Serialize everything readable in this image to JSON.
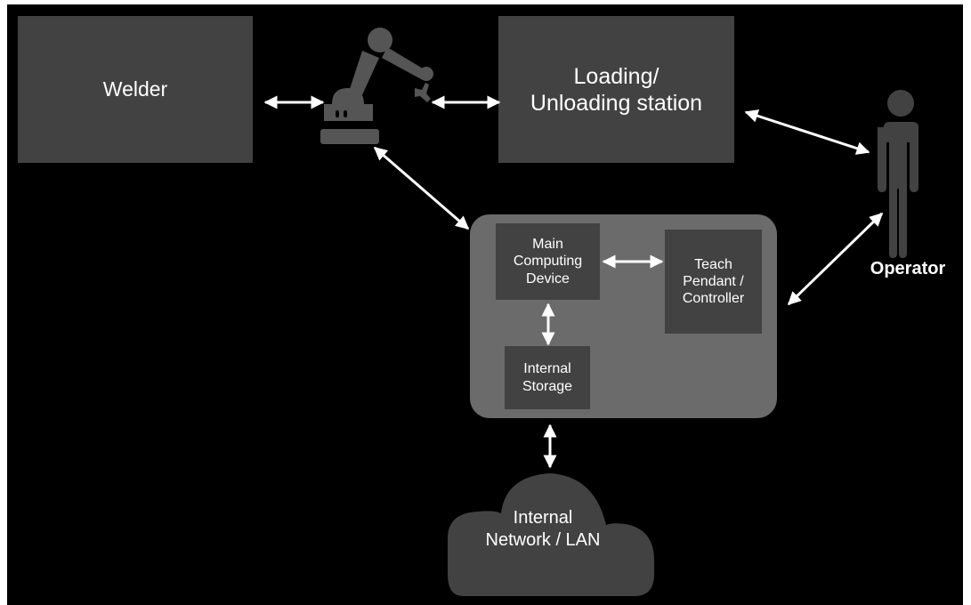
{
  "diagram": {
    "nodes": {
      "welder": {
        "label": "Welder"
      },
      "robot_arm": {
        "icon": "robot-arm-icon"
      },
      "loading_station": {
        "line1": "Loading/",
        "line2": "Unloading station"
      },
      "operator": {
        "label": "Operator",
        "icon": "person-icon"
      },
      "controller_group": {
        "main_computing_device": {
          "line1": "Main",
          "line2": "Computing",
          "line3": "Device"
        },
        "teach_pendant": {
          "line1": "Teach",
          "line2": "Pendant /",
          "line3": "Controller"
        },
        "internal_storage": {
          "line1": "Internal",
          "line2": "Storage"
        }
      },
      "network": {
        "line1": "Internal",
        "line2": "Network / LAN",
        "icon": "cloud-icon"
      }
    },
    "connections": [
      {
        "from": "Welder",
        "to": "Robot arm",
        "type": "bidirectional"
      },
      {
        "from": "Robot arm",
        "to": "Loading/Unloading station",
        "type": "bidirectional"
      },
      {
        "from": "Loading/Unloading station",
        "to": "Operator",
        "type": "bidirectional"
      },
      {
        "from": "Robot arm",
        "to": "Controller group",
        "type": "bidirectional"
      },
      {
        "from": "Operator",
        "to": "Controller group",
        "type": "bidirectional"
      },
      {
        "from": "Main Computing Device",
        "to": "Teach Pendant / Controller",
        "type": "bidirectional"
      },
      {
        "from": "Main Computing Device",
        "to": "Internal Storage",
        "type": "bidirectional"
      },
      {
        "from": "Controller group",
        "to": "Internal Network / LAN",
        "type": "bidirectional"
      }
    ],
    "colors": {
      "background": "#000000",
      "box": "#424242",
      "group": "#6b6b6b",
      "icon": "#555555",
      "arrow": "#ffffff",
      "text": "#ffffff"
    }
  }
}
